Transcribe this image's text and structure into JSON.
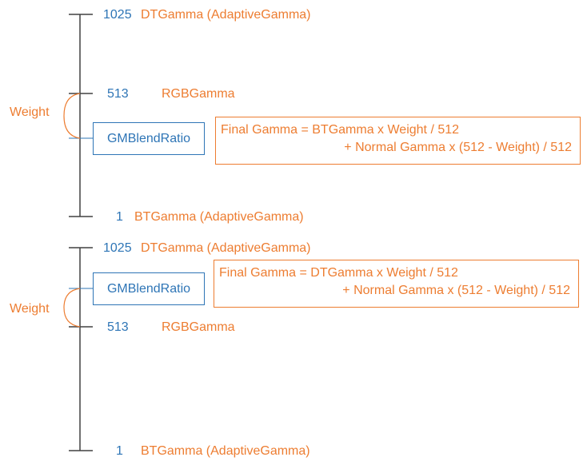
{
  "diagram1": {
    "top_value": "1025",
    "top_label": "DTGamma (AdaptiveGamma)",
    "mid_value": "513",
    "mid_label": "RGBGamma",
    "bottom_value": "1",
    "bottom_label": "BTGamma (AdaptiveGamma)",
    "weight_label": "Weight",
    "ratio_label": "GMBlendRatio",
    "formula_line1": "Final Gamma = BTGamma x Weight / 512",
    "formula_line2": "+ Normal Gamma x (512 - Weight) / 512"
  },
  "diagram2": {
    "top_value": "1025",
    "top_label": "DTGamma (AdaptiveGamma)",
    "mid_value": "513",
    "mid_label": "RGBGamma",
    "bottom_value": "1",
    "bottom_label": "BTGamma (AdaptiveGamma)",
    "weight_label": "Weight",
    "ratio_label": "GMBlendRatio",
    "formula_line1": "Final Gamma = DTGamma x Weight / 512",
    "formula_line2": "+ Normal Gamma x (512 - Weight) / 512"
  },
  "colors": {
    "blue": "#2e75b6",
    "orange": "#ed7d31",
    "axis": "#404040"
  }
}
